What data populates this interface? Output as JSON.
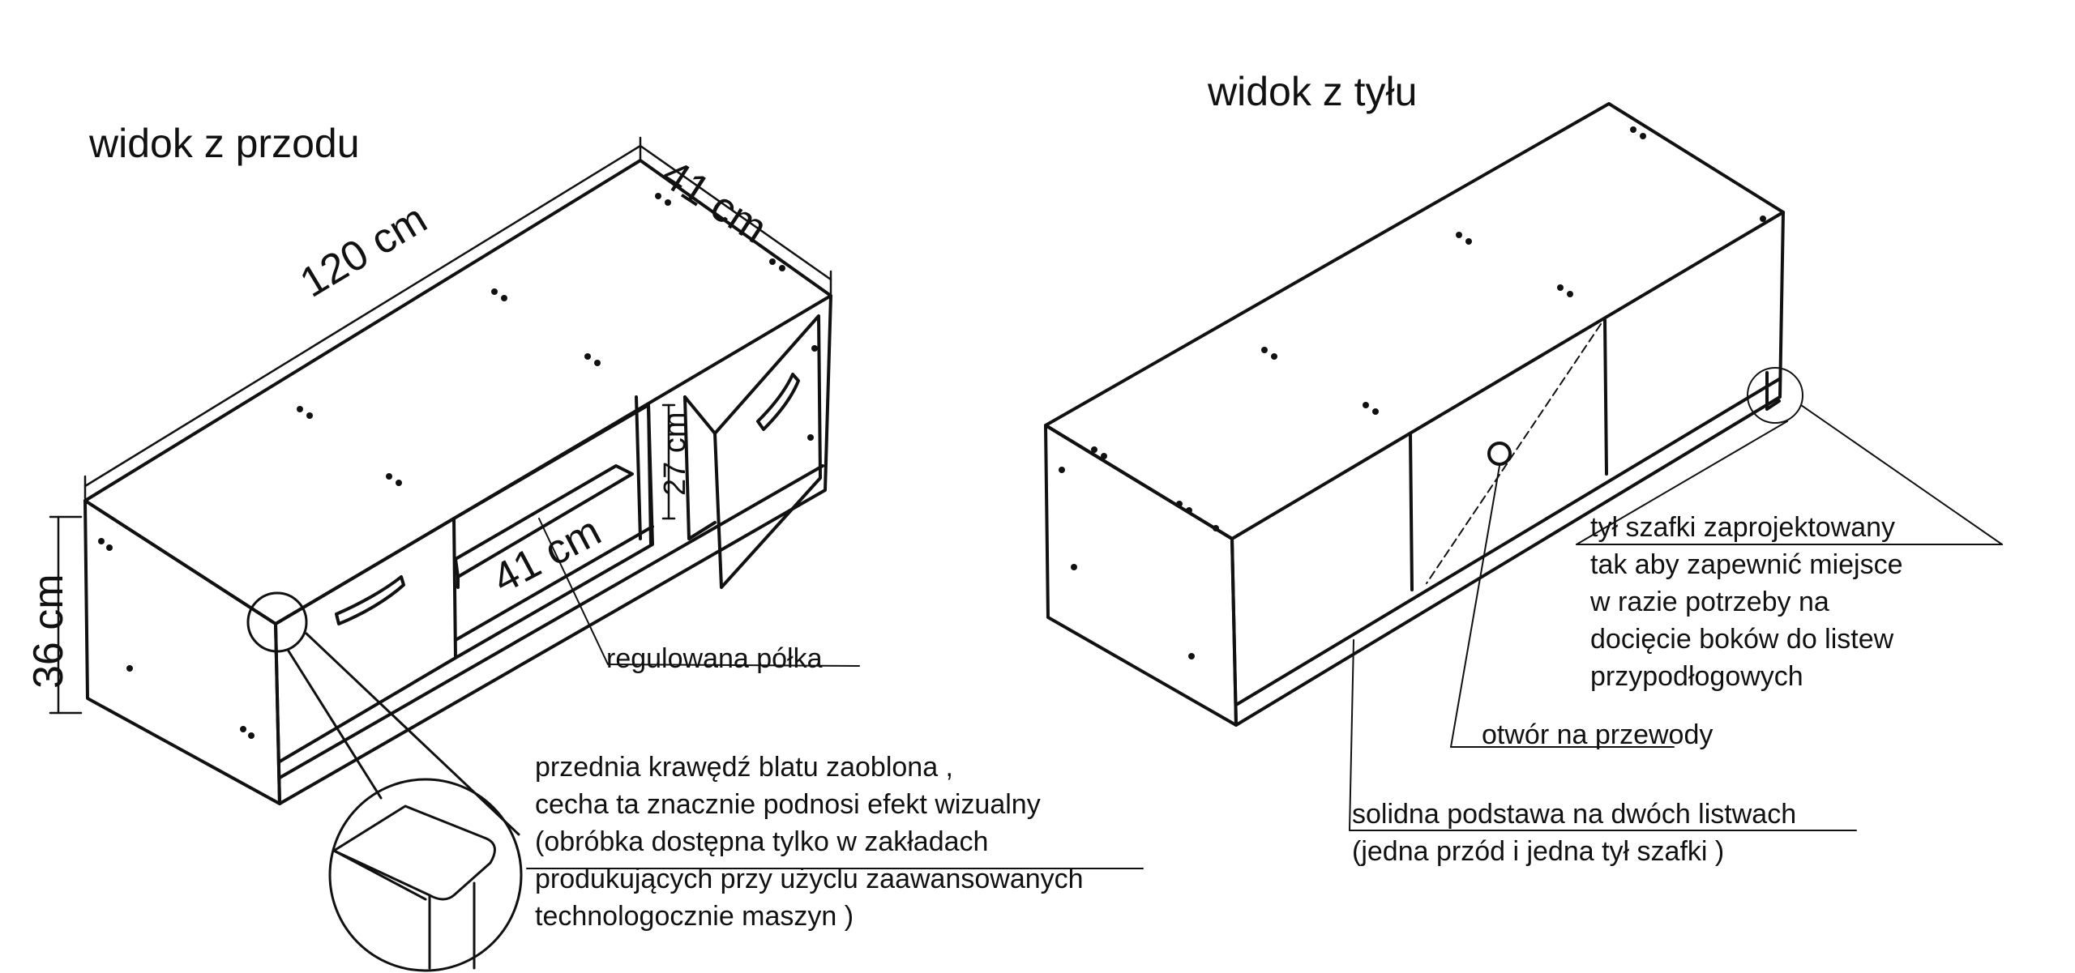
{
  "front_view": {
    "title": "widok z przodu",
    "dimensions": {
      "length": "120 cm",
      "depth": "41 cm",
      "height": "36 cm",
      "shelf_height": "27 cm",
      "shelf_depth": "41 cm"
    },
    "shelf_label": "regulowana półka",
    "edge_note": [
      "przednia krawędź blatu zaoblona ,",
      "cecha ta  znacznie podnosi efekt wizualny",
      "(obróbka dostępna tylko w zakładach",
      "produkujących przy użyclu zaawansowanych",
      "technologocznie maszyn )"
    ]
  },
  "back_view": {
    "title": "widok z tyłu",
    "back_note": [
      "tył szafki zaprojektowany",
      "tak aby zapewnić miejsce",
      "w razie potrzeby na",
      "docięcie boków do listew",
      "przypodłogowych"
    ],
    "cable_hole_label": "otwór na przewody",
    "base_note": [
      "solidna podstawa na dwóch listwach",
      "(jedna przód  i jedna tył szafki )"
    ]
  }
}
